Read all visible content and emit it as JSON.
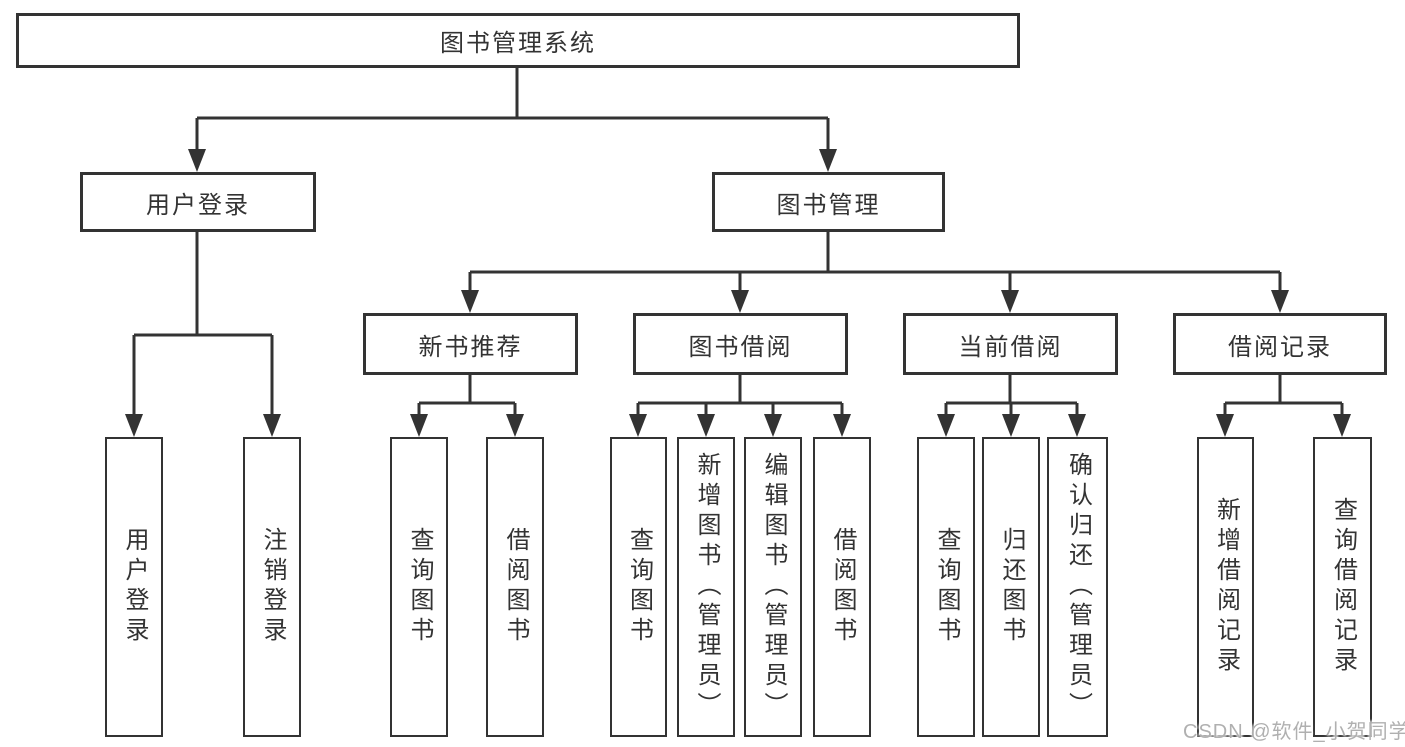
{
  "diagram": {
    "root": {
      "label": "图书管理系统"
    },
    "branches": {
      "user_login": {
        "label": "用户登录",
        "children": [
          "用户登录",
          "注销登录"
        ]
      },
      "book_management": {
        "label": "图书管理",
        "children": {
          "new_book_recommend": {
            "label": "新书推荐",
            "children": [
              "查询图书",
              "借阅图书"
            ]
          },
          "book_borrow": {
            "label": "图书借阅",
            "children": [
              "查询图书",
              "新增图书（管理员）",
              "编辑图书（管理员）",
              "借阅图书"
            ]
          },
          "current_borrow": {
            "label": "当前借阅",
            "children": [
              "查询图书",
              "归还图书",
              "确认归还（管理员）"
            ]
          },
          "borrow_records": {
            "label": "借阅记录",
            "children": [
              "新增借阅记录",
              "查询借阅记录"
            ]
          }
        }
      }
    },
    "watermark": "CSDN @软件_小贺同学",
    "colors": {
      "line": "#333333",
      "text": "#333333",
      "background": "#ffffff",
      "watermark": "#b0b0b0"
    }
  }
}
